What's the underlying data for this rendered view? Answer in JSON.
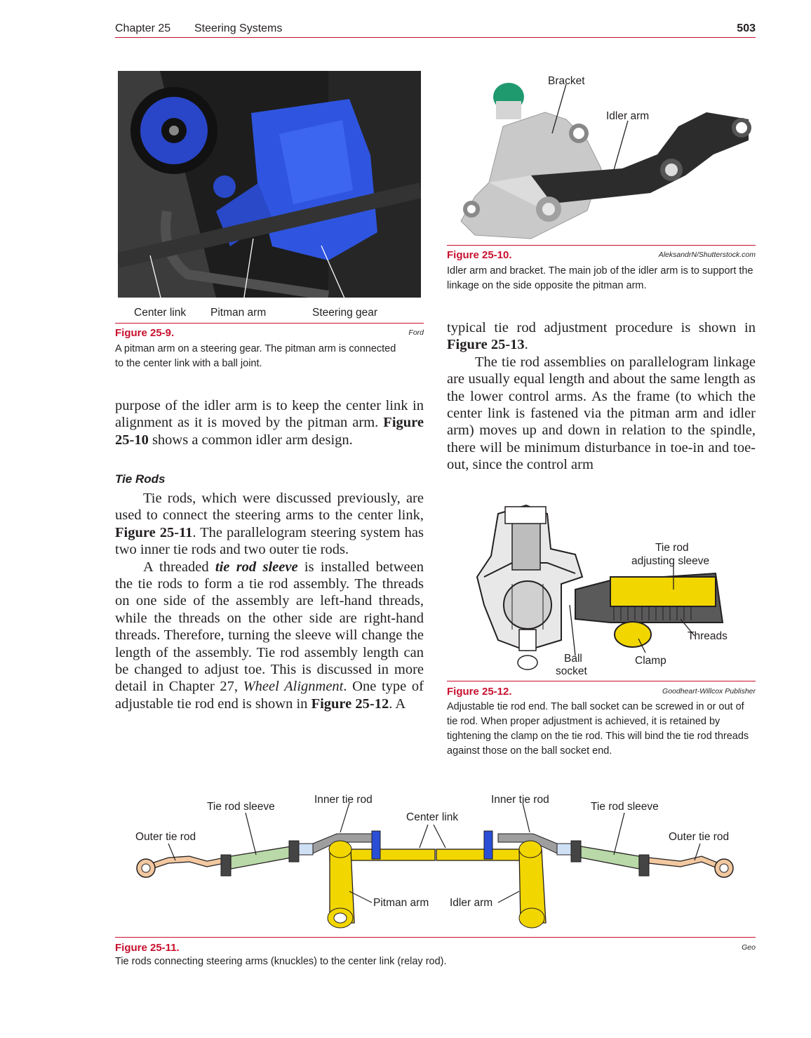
{
  "header": {
    "chapter": "Chapter 25",
    "title": "Steering Systems",
    "page": "503"
  },
  "fig9": {
    "labels": {
      "center_link": "Center link",
      "pitman_arm": "Pitman arm",
      "steering_gear": "Steering gear"
    },
    "number": "Figure 25-9.",
    "credit": "Ford",
    "caption": "A pitman arm on a steering gear. The pitman arm is connected to the center link with a ball joint."
  },
  "fig10": {
    "labels": {
      "bracket": "Bracket",
      "idler_arm": "Idler arm"
    },
    "number": "Figure 25-10.",
    "credit": "AleksandrN/Shutterstock.com",
    "caption": "Idler arm and bracket. The main job of the idler arm is to support the linkage on the side opposite the pitman arm."
  },
  "fig12": {
    "labels": {
      "tie_rod_sleeve_1": "Tie rod",
      "tie_rod_sleeve_2": "adjusting sleeve",
      "threads": "Threads",
      "ball_socket_1": "Ball",
      "ball_socket_2": "socket",
      "clamp": "Clamp"
    },
    "number": "Figure 25-12.",
    "credit": "Goodheart-Willcox Publisher",
    "caption": "Adjustable tie rod end. The ball socket can be screwed in or out of tie rod. When proper adjustment is achieved, it is retained by tightening the clamp on the tie rod. This will bind the tie rod threads against those on the ball socket end."
  },
  "fig11": {
    "labels": {
      "inner_tie_rod_left": "Inner tie rod",
      "inner_tie_rod_right": "Inner tie rod",
      "tie_rod_sleeve_left": "Tie rod sleeve",
      "tie_rod_sleeve_right": "Tie rod sleeve",
      "center_link": "Center link",
      "outer_tie_rod_left": "Outer tie rod",
      "outer_tie_rod_right": "Outer tie rod",
      "pitman_arm": "Pitman arm",
      "idler_arm": "Idler arm"
    },
    "number": "Figure 25-11.",
    "credit": "Geo",
    "caption": "Tie rods connecting steering arms (knuckles) to the center link (relay rod)."
  },
  "left_column": {
    "para1": {
      "t1": "purpose of the idler arm is to keep the center link in alignment as it is moved by the pitman arm. ",
      "ref": "Figure 25-10",
      "t2": " shows a common idler arm design."
    },
    "heading": "Tie Rods",
    "para2": {
      "t1": "Tie rods, which were discussed previously, are used to connect the steering arms to the center link, ",
      "ref": "Figure 25-11",
      "t2": ". The parallelogram steering system has two inner tie rods and two outer tie rods."
    },
    "para3": {
      "t1": "A threaded ",
      "term": "tie rod sleeve",
      "t2": " is installed between the tie rods to form a tie rod assembly. The threads on one side of the assembly are left-hand threads, while the threads on the other side are right-hand threads. Therefore, turning the sleeve will change the length of the assembly. Tie rod assembly length can be changed to adjust toe. This is discussed in more detail in Chapter 27, ",
      "book": "Wheel Alignment",
      "t3": ". One type of adjustable tie rod end is shown in ",
      "ref": "Figure 25-12",
      "t4": ". A"
    }
  },
  "right_column": {
    "para1": {
      "t1": "typical tie rod adjustment procedure is shown in ",
      "ref": "Figure 25-13",
      "t2": "."
    },
    "para2": "The tie rod assemblies on parallelogram linkage are usually equal length and about the same length as the lower control arms. As the frame (to which the center link is fastened via the pitman arm and idler arm) moves up and down in relation to the spindle, there will be minimum disturbance in toe-in and toe-out, since the control arm"
  },
  "colors": {
    "accent": "#c8102e",
    "yellow": "#f2d600",
    "blue": "#2a4fd6",
    "green": "#b9d9a8",
    "peach": "#f2c8a0"
  }
}
